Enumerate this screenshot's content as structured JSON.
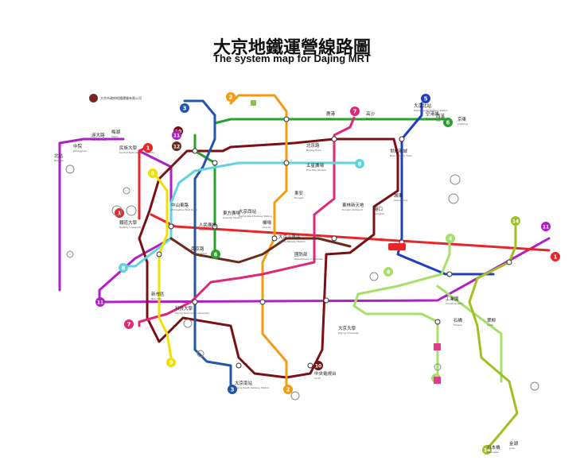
{
  "title": {
    "zh": "大京地鐵運營線路圖",
    "en": "The system map for Dajing MRT"
  },
  "logo_text": "大京市政府地鐵運營有限公司",
  "lines": [
    {
      "id": "1",
      "color": "#e8262a"
    },
    {
      "id": "2",
      "color": "#f39c12"
    },
    {
      "id": "3",
      "color": "#2355a8"
    },
    {
      "id": "4",
      "color": "#a6e06a"
    },
    {
      "id": "5",
      "color": "#1f3fbf"
    },
    {
      "id": "6",
      "color": "#2aa12a"
    },
    {
      "id": "7",
      "color": "#e0287a"
    },
    {
      "id": "8",
      "color": "#5fd3e0"
    },
    {
      "id": "9",
      "color": "#f0e000"
    },
    {
      "id": "10",
      "color": "#7a1015"
    },
    {
      "id": "11",
      "color": "#b01ec8"
    },
    {
      "id": "12",
      "color": "#6a2a1a"
    },
    {
      "id": "14",
      "color": "#a0c020"
    }
  ],
  "stations": [
    {
      "zh": "梅湖",
      "en": "Meihu"
    },
    {
      "zh": "遠大路",
      "en": "Yuanda Road"
    },
    {
      "zh": "民族大學",
      "en": "Central Nationality University"
    },
    {
      "zh": "中院",
      "en": "Zhongyuan"
    },
    {
      "zh": "北站",
      "en": "Beizhan"
    },
    {
      "zh": "空港城",
      "en": "Konggang Town"
    },
    {
      "zh": "大京北站",
      "en": "Dajing North Railway Station"
    },
    {
      "zh": "京東",
      "en": "Jingdong"
    },
    {
      "zh": "西溪",
      "en": "Xixi"
    },
    {
      "zh": "高沙",
      "en": "Gaosha"
    },
    {
      "zh": "鹿港",
      "en": "Lugang"
    },
    {
      "zh": "世紀新城",
      "en": "New Century Town"
    },
    {
      "zh": "城東",
      "en": "Chengdong"
    },
    {
      "zh": "港口",
      "en": "Gangkou"
    },
    {
      "zh": "北京路",
      "en": "Beijing Road"
    },
    {
      "zh": "五星廣場",
      "en": "Five Star Square"
    },
    {
      "zh": "東林新天地",
      "en": "Donglin Xintiandi"
    },
    {
      "zh": "東安",
      "en": "Dongan"
    },
    {
      "zh": "人民廣場",
      "en": "People's Square"
    },
    {
      "zh": "大京火車站",
      "en": "Dajing Railway Station"
    },
    {
      "zh": "中山東路",
      "en": "Zhongshan East Road"
    },
    {
      "zh": "南京路",
      "en": "Nanjing Road"
    },
    {
      "zh": "東方廣場",
      "en": "Oriental Square"
    },
    {
      "zh": "鐵道大學",
      "en": "Railway University"
    },
    {
      "zh": "大京西站",
      "en": "Dajing West Railway Station"
    },
    {
      "zh": "國防部",
      "en": "Department of Defense"
    },
    {
      "zh": "中央電視台",
      "en": "CCTV"
    },
    {
      "zh": "大京南站",
      "en": "Dajing South Railway Station"
    },
    {
      "zh": "機場",
      "en": "Airport"
    },
    {
      "zh": "新市區",
      "en": "New City"
    },
    {
      "zh": "科技大學",
      "en": "Dajing Technology University"
    },
    {
      "zh": "大京大學",
      "en": "Dajing University"
    },
    {
      "zh": "工業園",
      "en": "Industrial Park"
    },
    {
      "zh": "石橋",
      "en": "Shiqiao"
    },
    {
      "zh": "翠柳",
      "en": "Cuiliu"
    },
    {
      "zh": "金湖",
      "en": "Jinhu"
    },
    {
      "zh": "日本橋",
      "en": "Ribenqiao"
    }
  ],
  "icons": [
    "airport-icon",
    "railway-station-icon",
    "bus-terminal-icon"
  ]
}
